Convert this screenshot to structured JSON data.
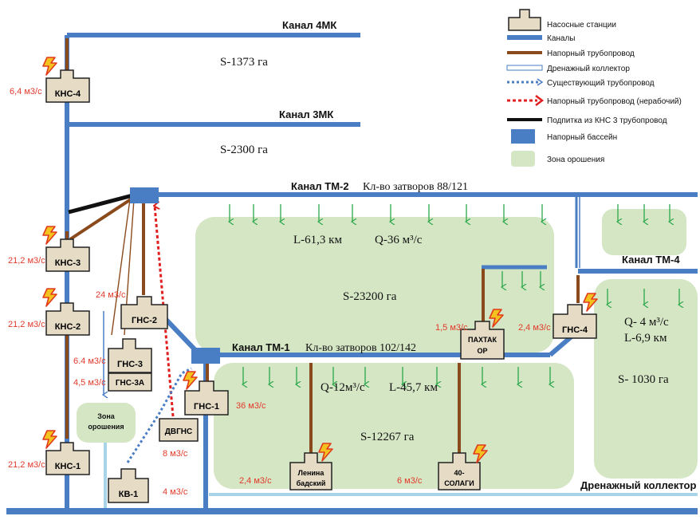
{
  "legend": {
    "pump_stations": "Насосные станции",
    "canals": "Каналы",
    "pressure_pipeline": "Напорный трубопровод",
    "drainage_collector": "Дренажный коллектор",
    "existing_pipeline": "Существующий трубопровод",
    "pressure_pipeline_idle": "Напорный трубопровод (нерабочий)",
    "feed_from_kns3": "Подпитка из КНС 3 трубопровод",
    "pressure_basin": "Напорный бассейн",
    "irrigation_zone": "Зона орошения"
  },
  "canals": {
    "c4mk": "Канал 4МК",
    "c3mk": "Канал 3МК",
    "tm2": "Канал ТМ-2",
    "tm2_gates": "Кл-во затворов 88/121",
    "tm1": "Канал ТМ-1",
    "tm1_gates": "Кл-во затворов 102/142",
    "tm4": "Канал ТМ-4",
    "drain": "Дренажный коллектор"
  },
  "areas": {
    "s4mk": "S-1373 га",
    "s3mk": "S-2300 га",
    "tm2_len": "L-61,3 км",
    "tm2_q": "Q-36 м³/с",
    "s_tm2": "S-23200 га",
    "tm1_q": "Q-12м³/с",
    "tm1_len": "L-45,7 км",
    "s_tm1": "S-12267 га",
    "tm4_q": "Q- 4 м³/с",
    "tm4_len": "L-6,9 км",
    "s_tm4": "S- 1030 га"
  },
  "stations": {
    "kns4": "КНС-4",
    "kns3": "КНС-3",
    "kns2": "КНС-2",
    "kns1": "КНС-1",
    "gns2": "ГНС-2",
    "gns3": "ГНС-3",
    "gns3a": "ГНС-3А",
    "gns1": "ГНС-1",
    "dvgns": "ДВГНС",
    "kv1": "КВ-1",
    "paxtakor_1": "ПАХТАК",
    "paxtakor_2": "ОР",
    "gns4": "ГНС-4",
    "lenina_1": "Ленина",
    "lenina_2": "бадский",
    "sorok_1": "40-",
    "sorok_2": "СОЛАГИ"
  },
  "flows": {
    "kns4": "6,4 м3/с",
    "kns3": "21,2 м3/с",
    "kns2": "21,2 м3/с",
    "kns1": "21,2 м3/с",
    "gns2": "24 м3/с",
    "gns3": "6.4 м3/с",
    "gns3a": "4,5 м3/с",
    "gns1": "36 м3/с",
    "dvgns": "8 м3/с",
    "kv1": "4 м3/с",
    "paxtakor": "1,5 м3/с",
    "gns4": "2,4 м3/с",
    "lenina": "2,4 м3/с",
    "sorok": "6 м3/с"
  },
  "zone_label": {
    "line1": "Зона",
    "line2": "орошения"
  },
  "colors": {
    "canal": "#4a7ec4",
    "pipe": "#8b4a1c",
    "drain": "#a9d3e6",
    "zone": "#d5e6c4",
    "station": "#e6dcc6",
    "flow_text": "#e23a2c",
    "arrow": "#2aa84a"
  }
}
